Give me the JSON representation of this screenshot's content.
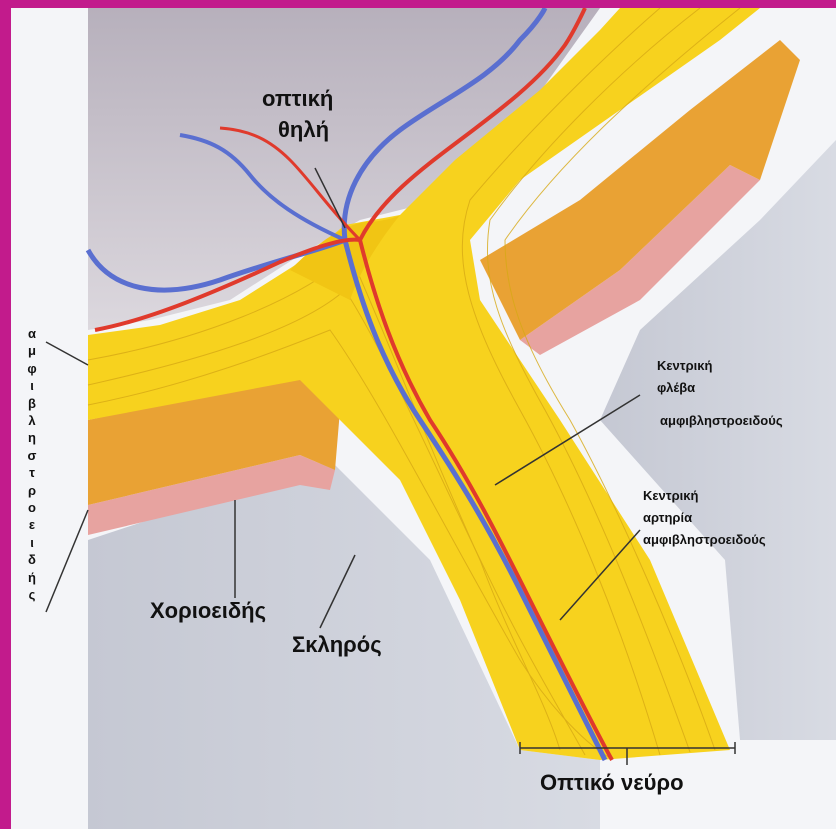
{
  "labels": {
    "optic_disc_line1": "οπτική",
    "optic_disc_line2": "θηλή",
    "central_vein_line1": "Κεντρική",
    "central_vein_line2": "φλέβα",
    "central_vein_line3": "αμφιβληστροειδούς",
    "central_artery_line1": "Κεντρική",
    "central_artery_line2": "αρτηρία",
    "central_artery_line3": "αμφιβληστροειδούς",
    "choroid": "Χοριοειδής",
    "sclera": "Σκληρός",
    "optic_nerve": "Οπτικό νεύρο",
    "retina_vertical": [
      "α",
      "μ",
      "φ",
      "ι",
      "β",
      "λ",
      "η",
      "σ",
      "τ",
      "ρ",
      "ο",
      "ε",
      "ι",
      "δ",
      "ή",
      "ς"
    ]
  },
  "colors": {
    "frame": "#c21b8c",
    "background": "#f4f5f8",
    "nerve_fibers": "#f7d21e",
    "retina_layers": "#e9a234",
    "choroid": "#e7a3a0",
    "sclera": "#c9ccd6",
    "artery": "#e03a2c",
    "vein": "#5a6fd0",
    "vitreous": "#c9c3cf"
  }
}
